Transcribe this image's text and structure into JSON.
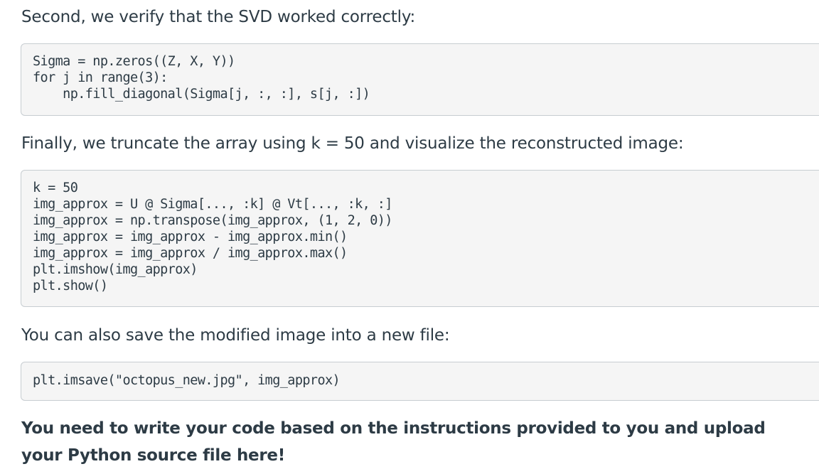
{
  "content": {
    "intro_svd": "Second, we verify that the SVD worked correctly:",
    "code_svd": [
      "Sigma = np.zeros((Z, X, Y))",
      "for j in range(3):",
      "    np.fill_diagonal(Sigma[j, :, :], s[j, :])"
    ],
    "intro_truncate": "Finally, we truncate the array using k = 50 and visualize the reconstructed image:",
    "code_truncate": [
      "k = 50",
      "img_approx = U @ Sigma[..., :k] @ Vt[..., :k, :]",
      "img_approx = np.transpose(img_approx, (1, 2, 0))",
      "img_approx = img_approx - img_approx.min()",
      "img_approx = img_approx / img_approx.max()",
      "plt.imshow(img_approx)",
      "plt.show()"
    ],
    "intro_save": "You can also save the  modified image into a new file:",
    "code_save": [
      "plt.imsave(\"octopus_new.jpg\", img_approx)"
    ],
    "instruction": "You need to write your code based on the instructions provided to you and upload your Python source file here!"
  }
}
